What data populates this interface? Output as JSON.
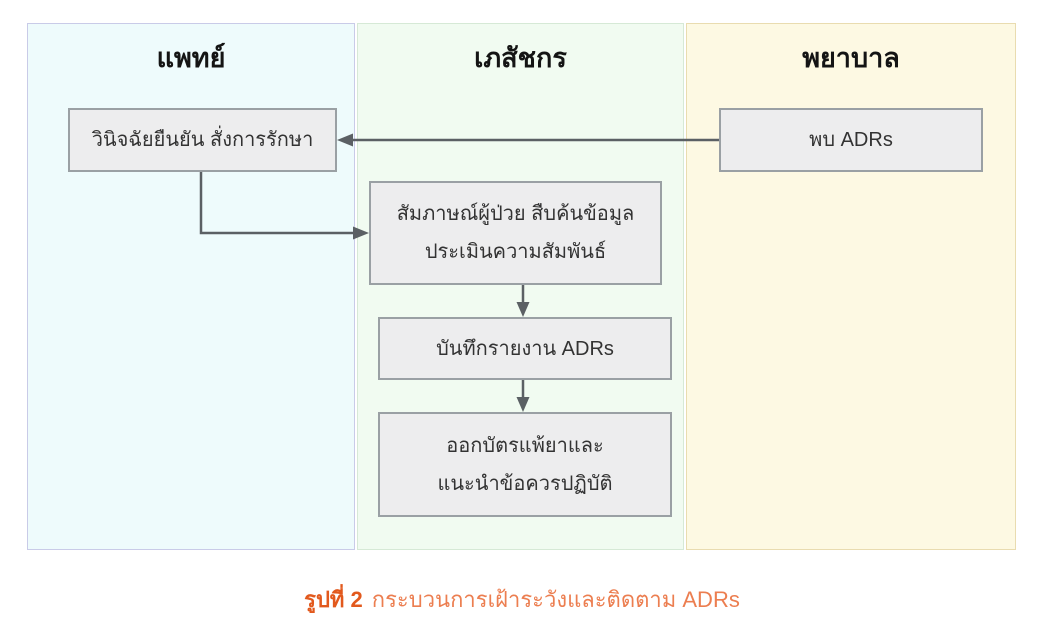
{
  "lanes": [
    {
      "id": "doctor",
      "label": "แพทย์",
      "fill": "#eefbfc",
      "border": "#c9cbe8"
    },
    {
      "id": "pharmacist",
      "label": "เภสัชกร",
      "fill": "#f1fbf1",
      "border": "#d6e9d6"
    },
    {
      "id": "nurse",
      "label": "พยาบาล",
      "fill": "#fdf9e3",
      "border": "#e9dcb0"
    }
  ],
  "nodes": {
    "confirm_diagnosis": {
      "label": "วินิจฉัยยืนยัน สั่งการรักษา"
    },
    "found_adrs": {
      "label": "พบ ADRs"
    },
    "interview": {
      "line1": "สัมภาษณ์ผู้ป่วย สืบค้นข้อมูล",
      "line2": "ประเมินความสัมพันธ์"
    },
    "record_report": {
      "label": "บันทึกรายงาน ADRs"
    },
    "allergy_card": {
      "line1": "ออกบัตรแพ้ยาและ",
      "line2": "แนะนำข้อควรปฏิบัติ"
    }
  },
  "caption": {
    "prefix": "รูปที่ 2",
    "text": "กระบวนการเฝ้าระวังและติดตาม ADRs"
  },
  "colors": {
    "node_fill": "#ededee",
    "node_border": "#9aa0a4",
    "arrow": "#5b6064",
    "caption_prefix": "#e2591d",
    "caption_text": "#ec7e50"
  }
}
